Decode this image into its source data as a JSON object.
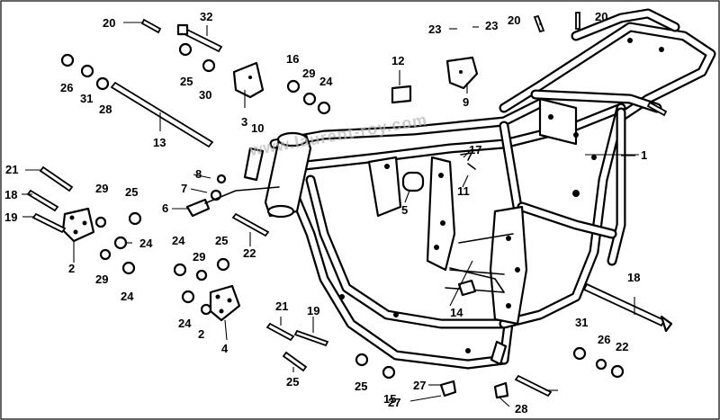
{
  "watermark": "www.laurent-roy.com",
  "callouts": [
    "20",
    "32",
    "26",
    "31",
    "28",
    "25",
    "30",
    "3",
    "16",
    "29",
    "24",
    "12",
    "9",
    "23",
    "23",
    "20",
    "20",
    "13",
    "10",
    "17",
    "11",
    "1",
    "8",
    "7",
    "6",
    "5",
    "21",
    "18",
    "19",
    "29",
    "25",
    "2",
    "24",
    "29",
    "24",
    "25",
    "22",
    "24",
    "29",
    "24",
    "2",
    "4",
    "14",
    "18",
    "21",
    "19",
    "25",
    "25",
    "15",
    "27",
    "27",
    "28",
    "31",
    "26",
    "22"
  ]
}
